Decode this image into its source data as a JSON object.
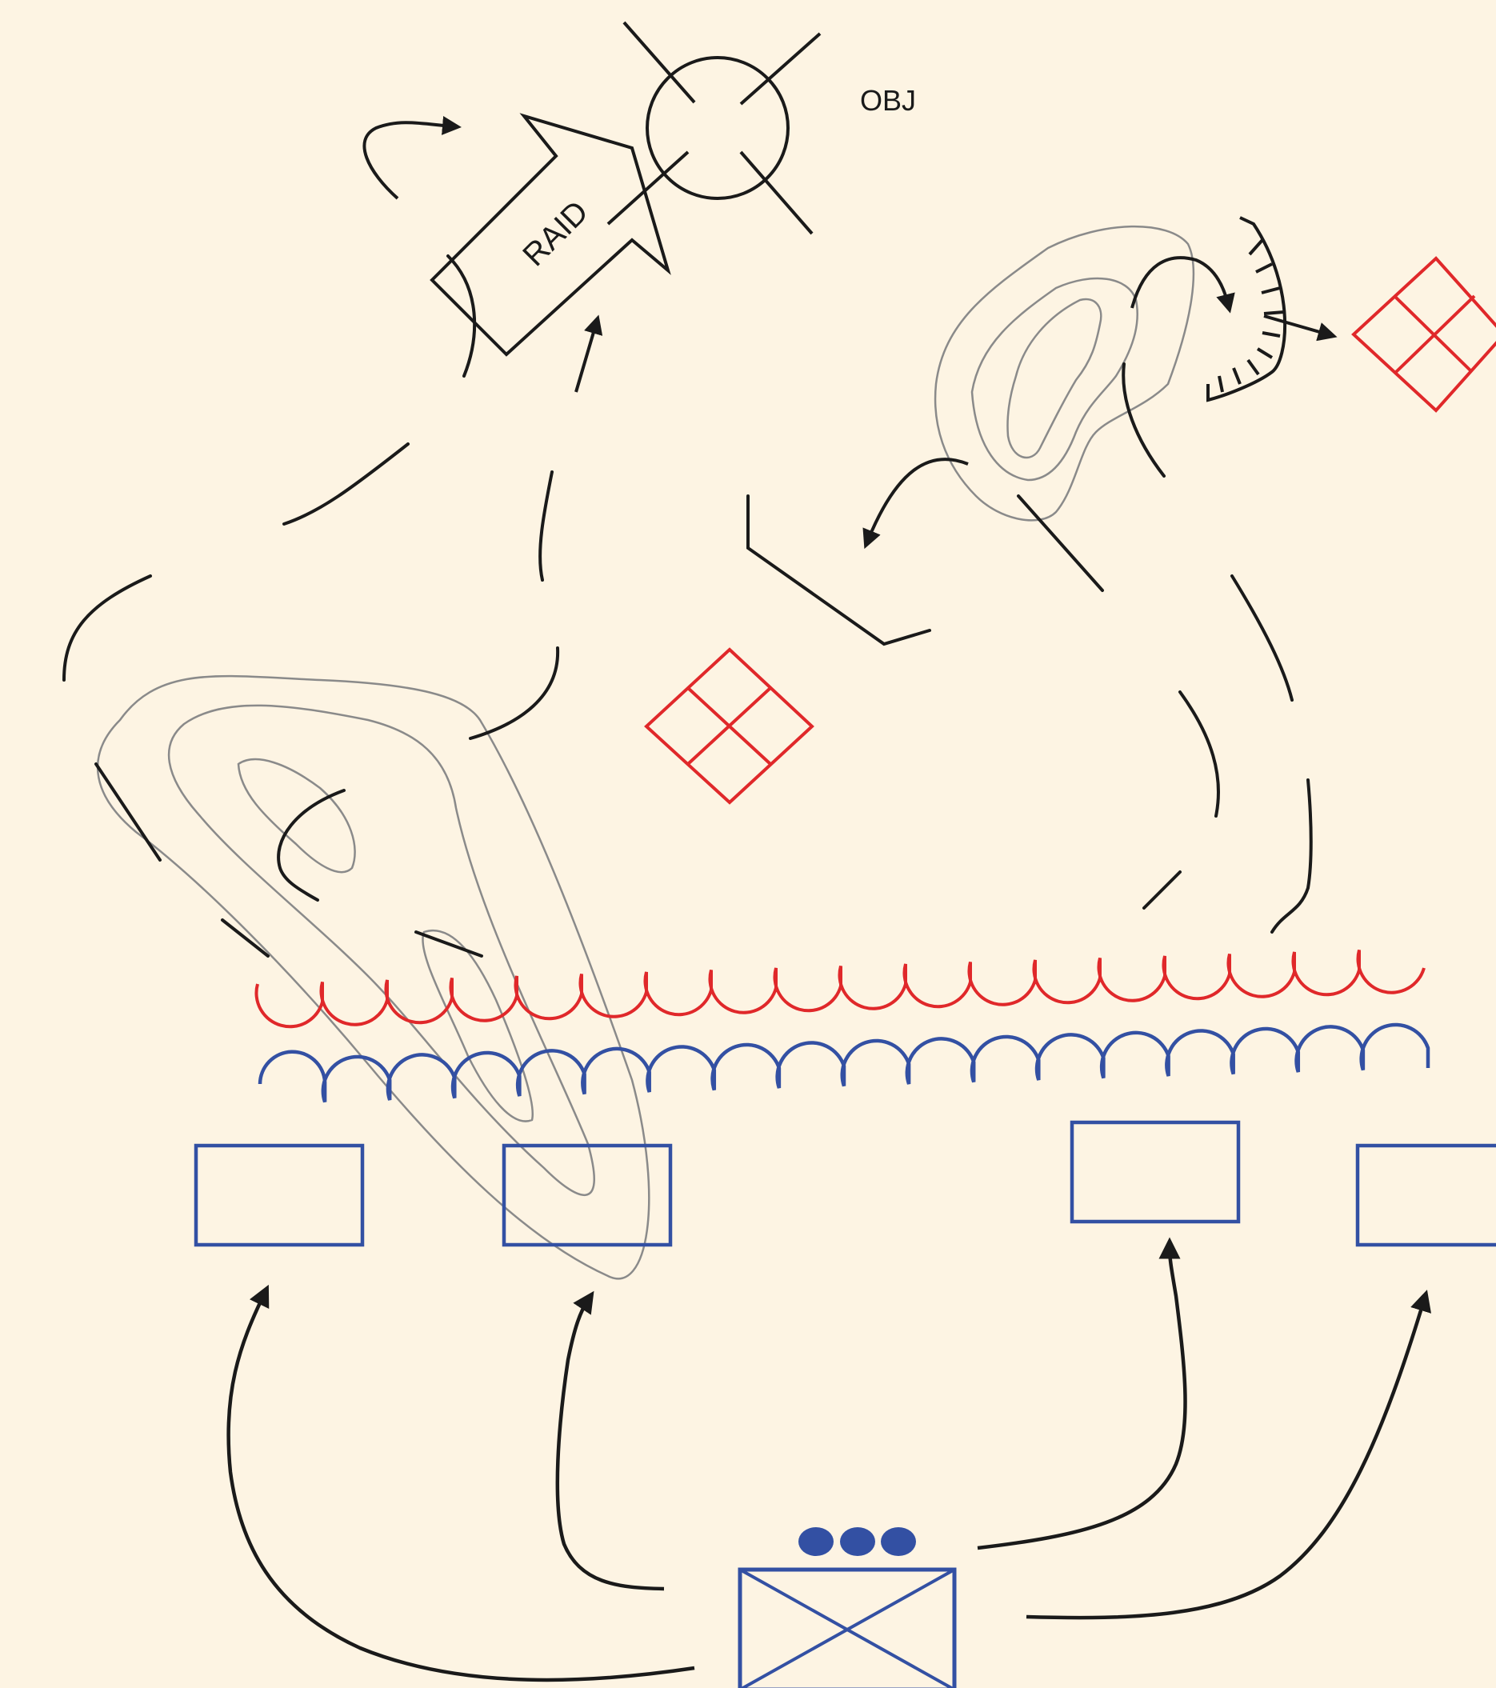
{
  "labels": {
    "objective": "OBJ",
    "raid": "RAID"
  },
  "colors": {
    "background": "#fdf4e3",
    "friendly": "#3350a3",
    "enemy": "#e0282a",
    "graphics": "#1a1a1a",
    "terrain": "#8a8a8a"
  },
  "symbols": {
    "objective": "objective-circle-with-crosshair",
    "raid": "raid-arrow",
    "enemy_units": "red-diamond-quartered",
    "friendly_command": "blue-infantry-box-with-three-dots",
    "friendly_units": "blue-rectangle",
    "screen": "turning-arc-with-ticks"
  }
}
